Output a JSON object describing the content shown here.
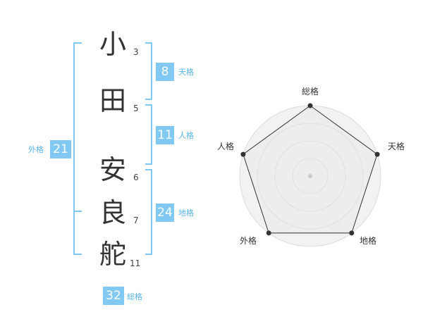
{
  "name_chars": [
    {
      "char": "小",
      "strokes": "3"
    },
    {
      "char": "田",
      "strokes": "5"
    },
    {
      "char": "安",
      "strokes": "6"
    },
    {
      "char": "良",
      "strokes": "7"
    },
    {
      "char": "舵",
      "strokes": "11"
    }
  ],
  "fortunes": {
    "tenkaku": {
      "value": "8",
      "label": "天格"
    },
    "jinkaku": {
      "value": "11",
      "label": "人格"
    },
    "chikaku": {
      "value": "24",
      "label": "地格"
    },
    "gaikaku": {
      "value": "21",
      "label": "外格"
    },
    "soukaku": {
      "value": "32",
      "label": "総格"
    }
  },
  "radar": {
    "axes": [
      "総格",
      "天格",
      "地格",
      "外格",
      "人格"
    ],
    "values": [
      1.0,
      1.0,
      1.0,
      1.0,
      1.0
    ],
    "levels": 4
  },
  "colors": {
    "accent": "#81c8f2",
    "label": "#5bb5e8",
    "text": "#333333"
  }
}
